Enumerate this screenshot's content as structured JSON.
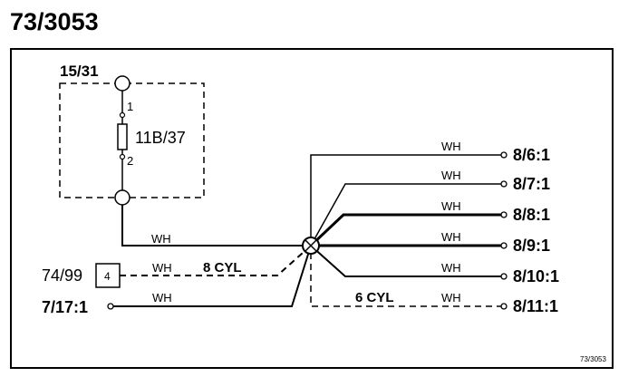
{
  "title": "73/3053",
  "image_id_label": "73/3053",
  "supply": {
    "label": "15/31"
  },
  "component": {
    "label": "11B/37",
    "pin_1": "1",
    "pin_2": "2"
  },
  "left_connectors": [
    {
      "id": "74/99",
      "box_label": "4",
      "wire_color": "WH",
      "note": "8 CYL"
    },
    {
      "id": "7/17:1",
      "wire_color": "WH"
    }
  ],
  "trunk_wire": {
    "color": "WH"
  },
  "right_connectors": [
    {
      "id": "8/6:1",
      "wire_color": "WH"
    },
    {
      "id": "8/7:1",
      "wire_color": "WH"
    },
    {
      "id": "8/8:1",
      "wire_color": "WH"
    },
    {
      "id": "8/9:1",
      "wire_color": "WH"
    },
    {
      "id": "8/10:1",
      "wire_color": "WH"
    },
    {
      "id": "8/11:1",
      "wire_color": "WH",
      "note": "6 CYL"
    }
  ]
}
